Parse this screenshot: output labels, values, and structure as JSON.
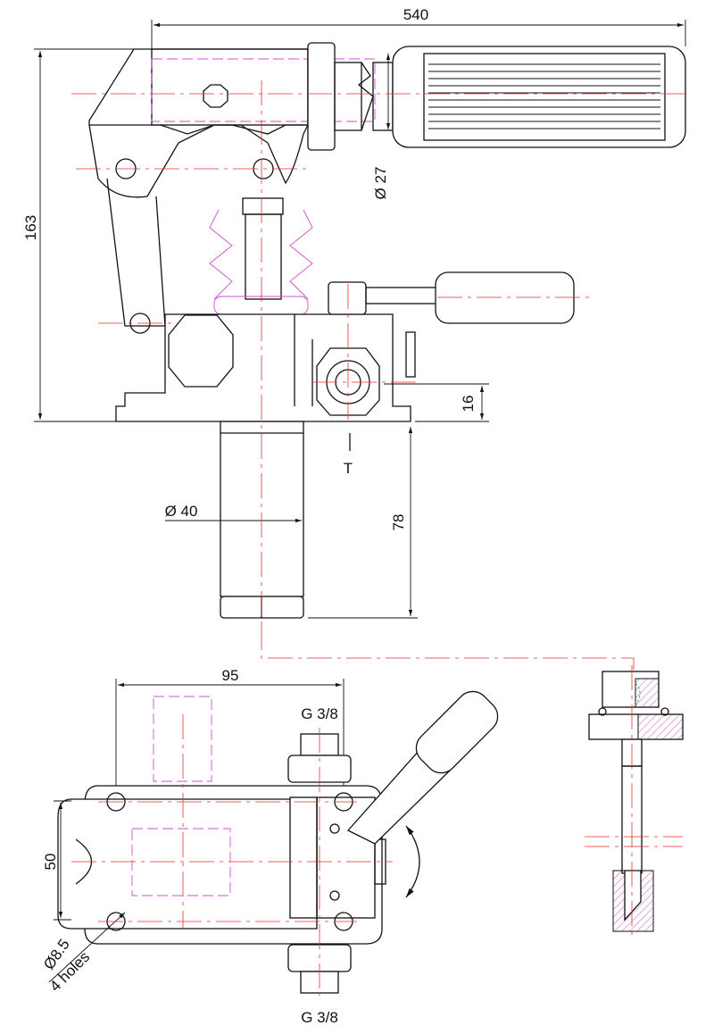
{
  "dimensions": {
    "overall_length": "540",
    "overall_height": "163",
    "grip_diameter": "Ø 27",
    "port_height": "16",
    "tank_port": "T",
    "cylinder_diameter": "Ø 40",
    "cylinder_length": "78",
    "mount_width": "95",
    "mount_depth": "50",
    "port_thread_top": "G 3/8",
    "port_thread_bottom": "G 3/8",
    "hole_diameter": "Ø8.5",
    "hole_count": "4 holes"
  },
  "colors": {
    "outline": "#111111",
    "centerline": "#e53030",
    "hidden": "#d050d0",
    "hatch_green": "#30c030"
  }
}
